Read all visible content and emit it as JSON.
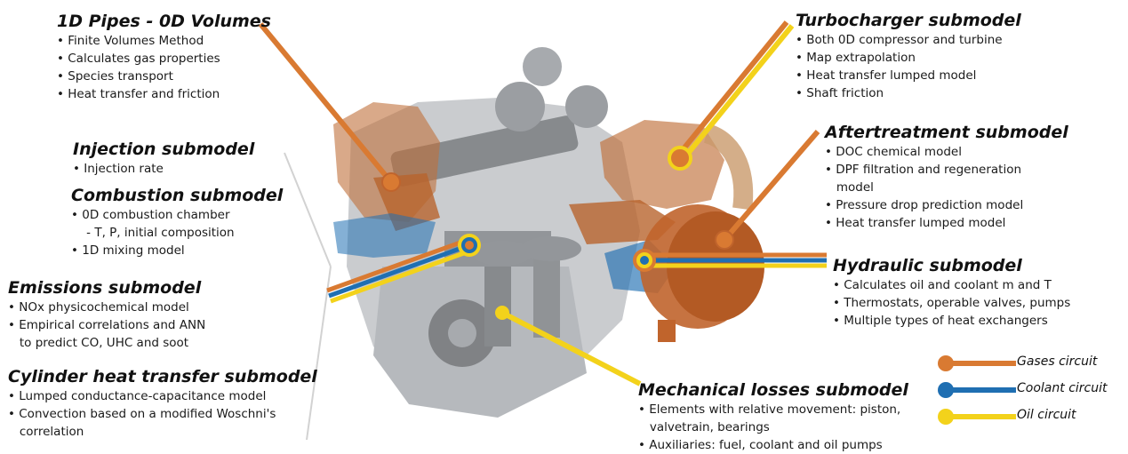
{
  "colors": {
    "gases": "#d97a32",
    "coolant": "#1f6fb2",
    "oil": "#f3d21b",
    "engine_gray": "#8a8e93",
    "copper": "#c0703a"
  },
  "blocks": {
    "pipes": {
      "title": "1D Pipes - 0D Volumes",
      "items": [
        "• Finite Volumes Method",
        "• Calculates gas properties",
        "• Species transport",
        "• Heat transfer and friction"
      ]
    },
    "injection": {
      "title": "Injection submodel",
      "items": [
        "• Injection rate"
      ]
    },
    "combustion": {
      "title": "Combustion submodel",
      "items": [
        "• 0D combustion chamber",
        "    - T, P, initial composition",
        "• 1D mixing model"
      ]
    },
    "emissions": {
      "title": "Emissions submodel",
      "items": [
        "• NOx physicochemical model",
        "• Empirical correlations and ANN",
        "   to predict CO, UHC and soot"
      ]
    },
    "cylinder": {
      "title": "Cylinder heat transfer submodel",
      "items": [
        "• Lumped conductance-capacitance model",
        "• Convection based on a modified Woschni's",
        "   correlation"
      ]
    },
    "turbo": {
      "title": "Turbocharger submodel",
      "items": [
        "• Both 0D compressor and turbine",
        "• Map extrapolation",
        "• Heat transfer lumped model",
        "• Shaft friction"
      ]
    },
    "after": {
      "title": "Aftertreatment submodel",
      "items": [
        "• DOC chemical model",
        "• DPF filtration and regeneration",
        "   model",
        "• Pressure drop prediction model",
        "• Heat transfer lumped model"
      ]
    },
    "hydraulic": {
      "title": "Hydraulic submodel",
      "items": [
        "• Calculates oil and coolant m and T",
        "• Thermostats, operable valves, pumps",
        "• Multiple types of heat exchangers"
      ]
    },
    "mech": {
      "title": "Mechanical losses submodel",
      "items": [
        "• Elements with relative movement: piston,",
        "   valvetrain, bearings",
        "• Auxiliaries: fuel, coolant and oil pumps"
      ]
    }
  },
  "legend": [
    {
      "label": "Gases circuit",
      "color": "#d97a32"
    },
    {
      "label": "Coolant circuit",
      "color": "#1f6fb2"
    },
    {
      "label": "Oil circuit",
      "color": "#f3d21b"
    }
  ]
}
